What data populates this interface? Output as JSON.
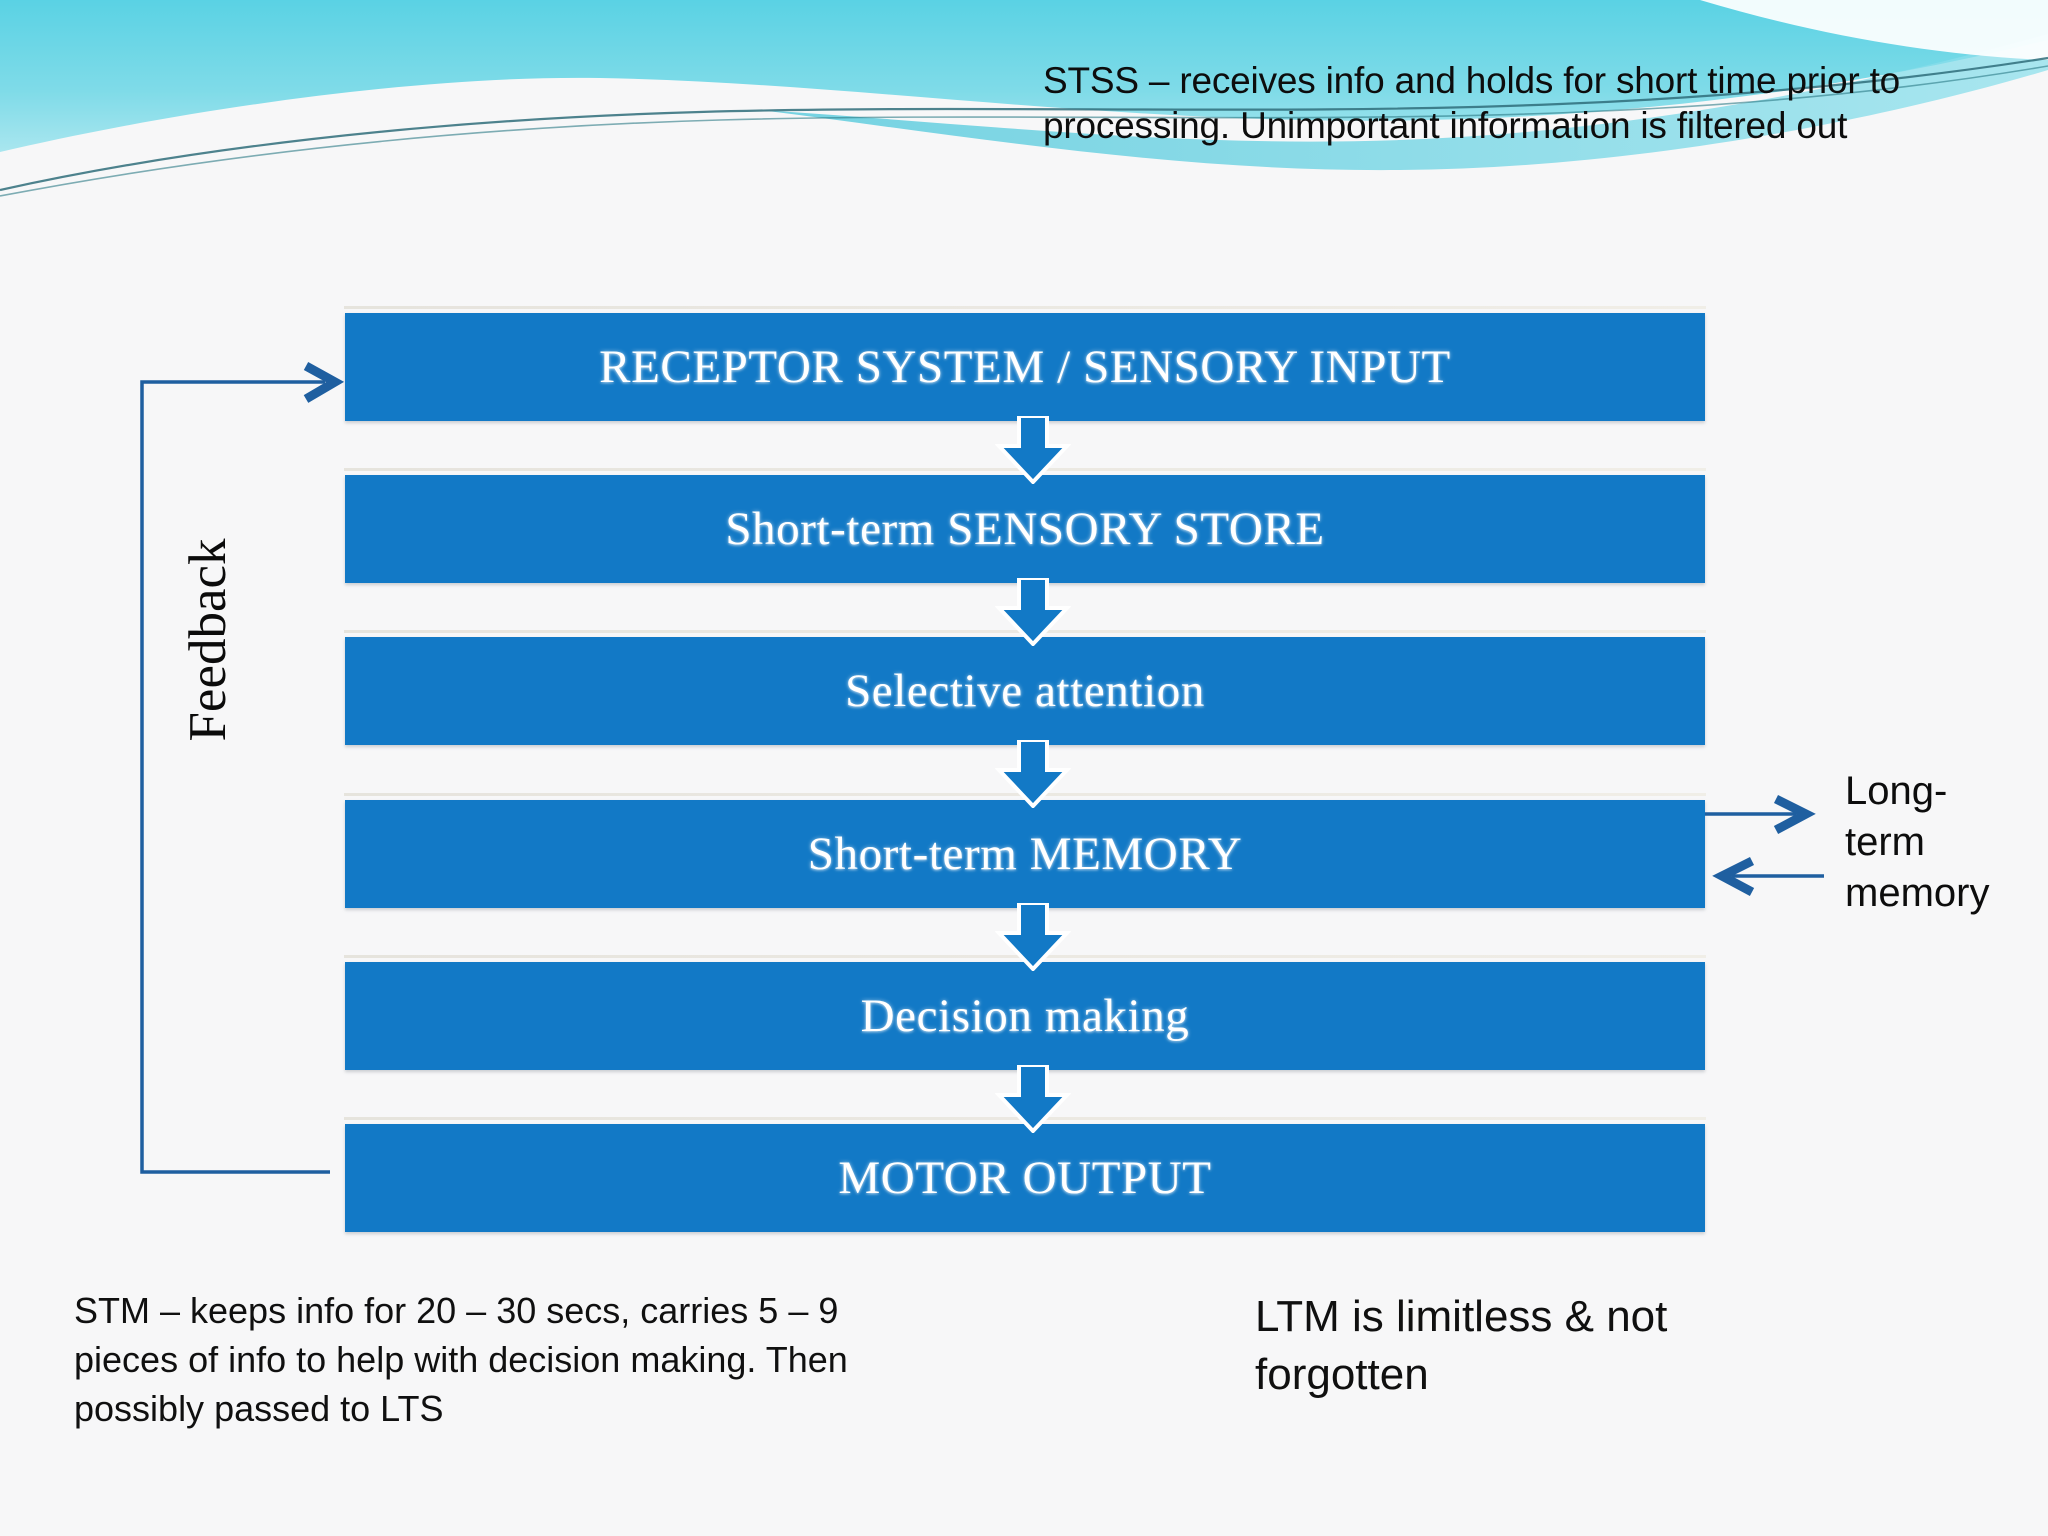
{
  "slide": {
    "background_color": "#f7f7f8",
    "accent_blue": "#1279c6",
    "wave_teal": "#5ed0e0",
    "arrow_line_color": "#1f5fa0"
  },
  "header_note": {
    "text": "STSS – receives info and holds for short time prior to processing.  Unimportant information is filtered out"
  },
  "flow": {
    "boxes": [
      {
        "label": "RECEPTOR SYSTEM / SENSORY INPUT"
      },
      {
        "label": "Short-term SENSORY STORE"
      },
      {
        "label": "Selective attention"
      },
      {
        "label": "Short-term MEMORY"
      },
      {
        "label": "Decision making"
      },
      {
        "label": "MOTOR OUTPUT"
      }
    ]
  },
  "feedback": {
    "label": "Feedback"
  },
  "long_term_memory": {
    "label": "Long-\nterm\nmemory"
  },
  "notes": {
    "stm": "STM – keeps info for 20 – 30 secs, carries 5 – 9 pieces of info to help with decision making.  Then possibly passed to LTS",
    "ltm": "LTM is limitless & not forgotten"
  }
}
